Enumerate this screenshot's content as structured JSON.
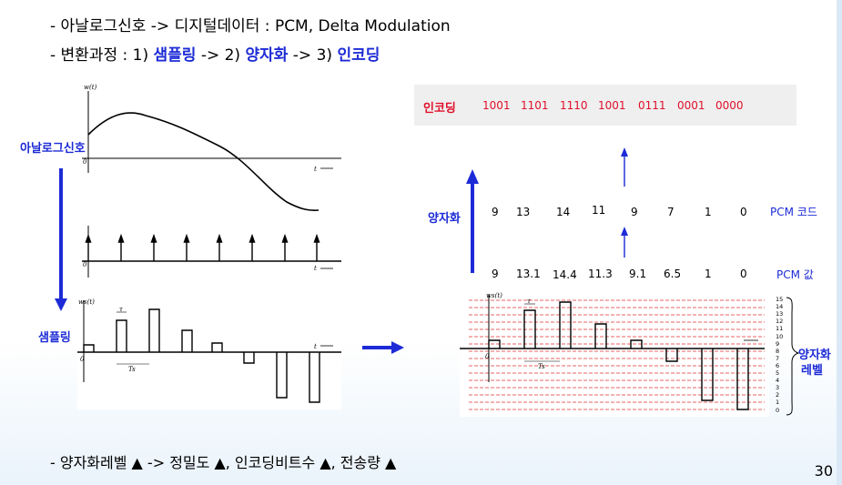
{
  "header": {
    "line1": "- 아날로그신호 -> 디지털데이터  :  PCM,  Delta Modulation",
    "line2_prefix": "-  변환과정 :   1) ",
    "step1": "샘플링",
    "arrow_a": "   ->    2) ",
    "step2": "양자화",
    "arrow_b": "   ->   3) ",
    "step3": "인코딩"
  },
  "left": {
    "analog_label": "아날로그신호",
    "sample_label": "샘플링",
    "graph_top_ylabel": "w(t)",
    "graph_top_origin": "0",
    "graph_top_xlabel": "t",
    "graph_mid_origin": "0",
    "graph_mid_xlabel": "t",
    "graph_bot_ylabel": "ws(t)",
    "graph_bot_tau": "τ",
    "graph_bot_ts": "Ts",
    "graph_bot_origin": "0",
    "graph_bot_xlabel": "t"
  },
  "right": {
    "encoding_label": "인코딩",
    "encoding_codes": [
      "1001",
      "1101",
      "1110",
      "1001",
      "0111",
      "0001",
      "0000"
    ],
    "quant_label": "양자화",
    "pcm_code_label": "PCM 코드",
    "pcm_codes": [
      "9",
      "13",
      "14",
      "11",
      "9",
      "7",
      "1",
      "0"
    ],
    "pcm_value_label": "PCM 값",
    "pcm_values": [
      "9",
      "13.1",
      "14.4",
      "11.3",
      "9.1",
      "6.5",
      "1",
      "0"
    ],
    "level_label_1": "양자화",
    "level_label_2": "레벨",
    "levels": [
      "15",
      "14",
      "13",
      "12",
      "11",
      "10",
      "9",
      "8",
      "7",
      "6",
      "5",
      "4",
      "3",
      "2",
      "1",
      "0"
    ],
    "graph_ylabel": "ws(t)",
    "graph_tau": "τ",
    "graph_ts": "Ts",
    "graph_origin": "0"
  },
  "footer": {
    "note": "- 양자화레벨 ▲ -> 정밀도 ▲, 인코딩비트수 ▲, 전송량 ▲",
    "page_number": "30"
  },
  "colors": {
    "accent_blue": "#1d2bd6",
    "encoding_red": "#e0102a",
    "level_line_red": "#e23030"
  }
}
